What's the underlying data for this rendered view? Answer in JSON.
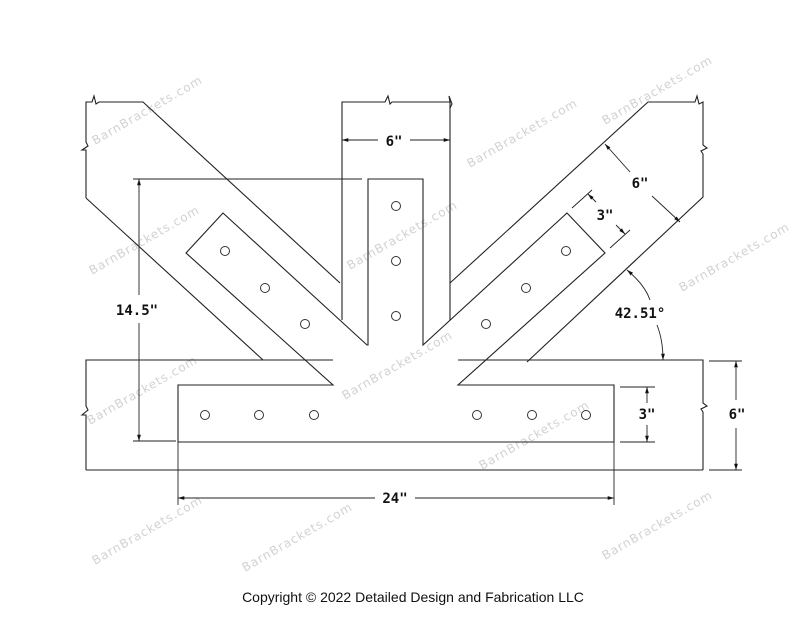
{
  "watermark": "BarnBrackets.com",
  "dimensions": {
    "post_width": "6\"",
    "height": "14.5\"",
    "brace_width": "6\"",
    "brace_plate_width": "3\"",
    "angle": "42.51°",
    "plate_height": "3\"",
    "beam_height": "6\"",
    "plate_length": "24\""
  },
  "copyright": "Copyright © 2022 Detailed Design and Fabrication LLC"
}
